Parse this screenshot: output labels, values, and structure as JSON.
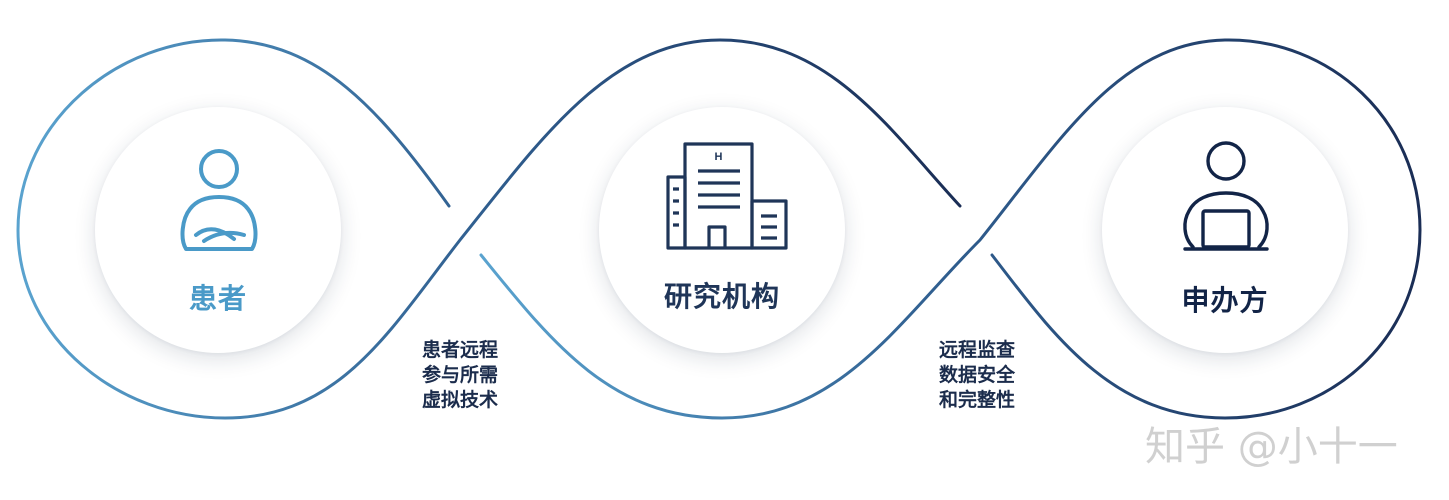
{
  "colors": {
    "patient": "#4a9ac8",
    "institution": "#1f3558",
    "sponsor": "#122447",
    "curve_left": "#5aa3cf",
    "curve_mid": "#2f5d8e",
    "curve_right": "#1a2d55",
    "caption_text": "#1b2c4c"
  },
  "nodes": [
    {
      "label": "患者",
      "icon": "person-arms-crossed-icon"
    },
    {
      "label": "研究机构",
      "icon": "hospital-building-icon"
    },
    {
      "label": "申办方",
      "icon": "person-laptop-icon"
    }
  ],
  "connector_left": {
    "lines": [
      "患者远程",
      "参与所需",
      "虚拟技术"
    ]
  },
  "connector_right": {
    "lines": [
      "远程监查",
      "数据安全",
      "和完整性"
    ]
  },
  "watermark": "知乎 @小十一",
  "building_sign": "H"
}
